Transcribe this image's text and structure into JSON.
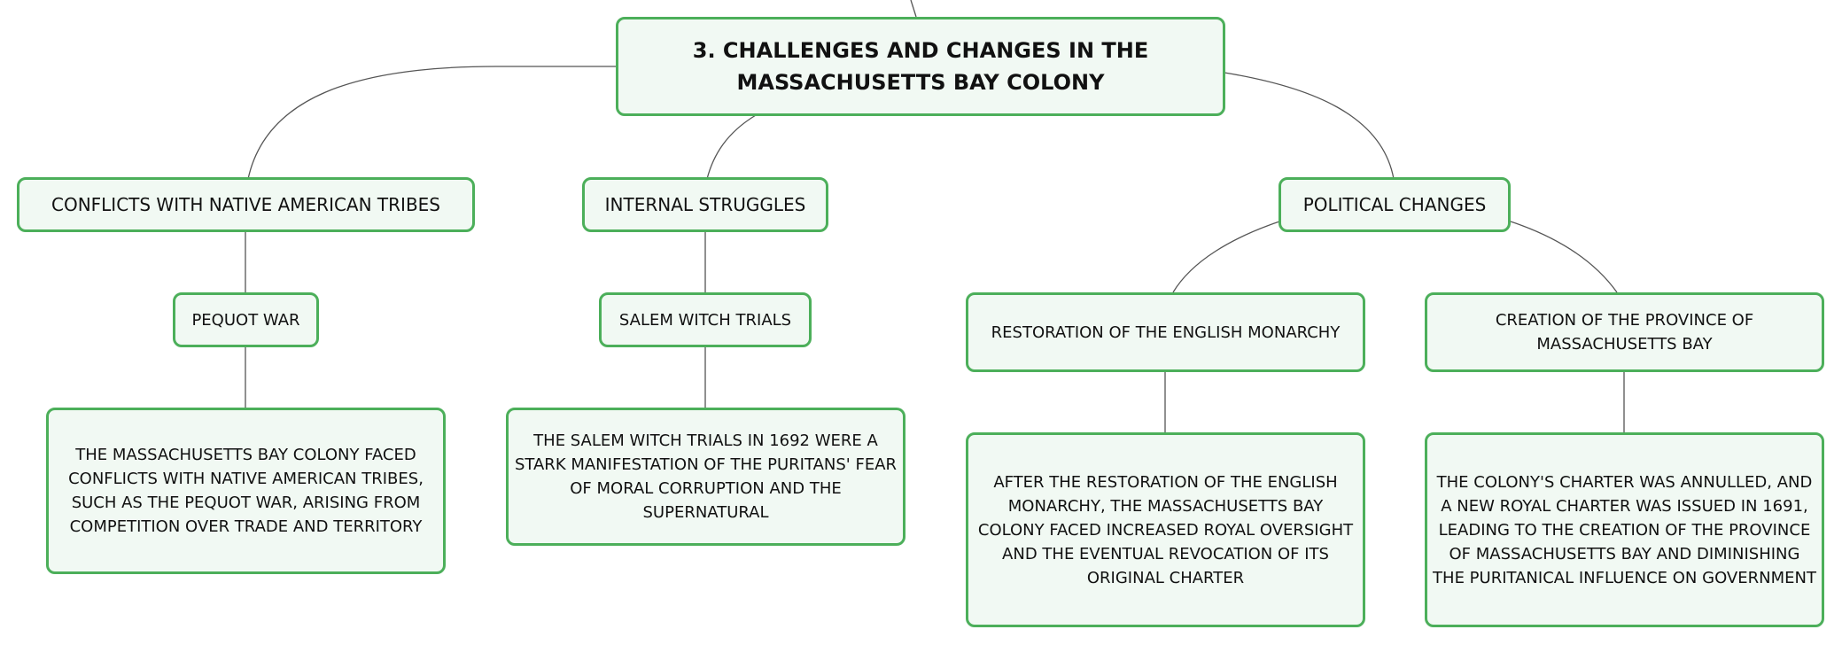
{
  "diagram": {
    "title": "3. CHALLENGES AND CHANGES IN THE MASSACHUSETTS BAY COLONY",
    "branches": [
      {
        "label": "CONFLICTS WITH NATIVE AMERICAN TRIBES",
        "topic": "PEQUOT WAR",
        "detail": "THE MASSACHUSETTS BAY COLONY FACED CONFLICTS WITH NATIVE AMERICAN TRIBES, SUCH AS THE PEQUOT WAR, ARISING FROM COMPETITION OVER TRADE AND TERRITORY"
      },
      {
        "label": "INTERNAL STRUGGLES",
        "topic": "SALEM WITCH TRIALS",
        "detail": "THE SALEM WITCH TRIALS IN 1692 WERE A STARK MANIFESTATION OF THE PURITANS' FEAR OF MORAL CORRUPTION AND THE SUPERNATURAL"
      },
      {
        "label": "POLITICAL CHANGES",
        "subtopics": [
          {
            "topic": "RESTORATION OF THE ENGLISH MONARCHY",
            "detail": "AFTER THE RESTORATION OF THE ENGLISH MONARCHY, THE MASSACHUSETTS BAY COLONY FACED INCREASED ROYAL OVERSIGHT AND THE EVENTUAL REVOCATION OF ITS ORIGINAL CHARTER"
          },
          {
            "topic": "CREATION OF THE PROVINCE OF MASSACHUSETTS BAY",
            "detail": "THE COLONY'S CHARTER WAS ANNULLED, AND A NEW ROYAL CHARTER WAS ISSUED IN 1691, LEADING TO THE CREATION OF THE PROVINCE OF MASSACHUSETTS BAY AND DIMINISHING THE PURITANICAL INFLUENCE ON GOVERNMENT"
          }
        ]
      }
    ],
    "colors": {
      "node_border": "#4caf5a",
      "node_fill": "#f1f9f3",
      "connector": "#555555",
      "text": "#111111"
    }
  }
}
